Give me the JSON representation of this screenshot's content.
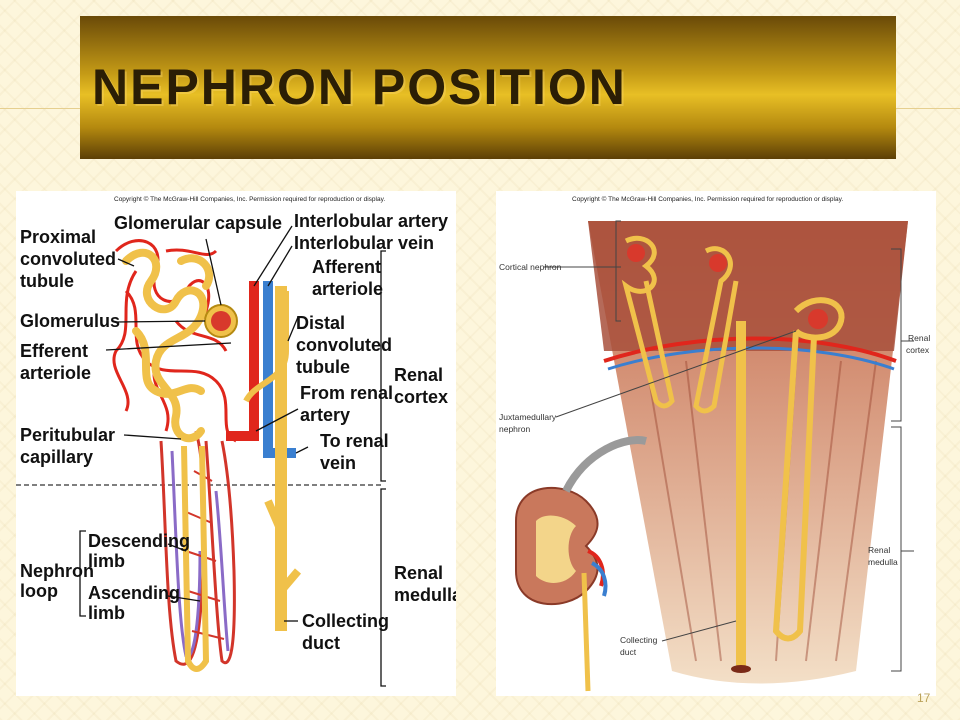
{
  "slide": {
    "title": "NEPHRON POSITION",
    "page_number": "17"
  },
  "left_figure": {
    "copyright": "Copyright © The McGraw-Hill Companies, Inc. Permission required for reproduction or display.",
    "labels": {
      "proximal_1": "Proximal",
      "proximal_2": "convoluted",
      "proximal_3": "tubule",
      "glomerular_capsule": "Glomerular capsule",
      "interlobular_artery": "Interlobular artery",
      "interlobular_vein": "Interlobular vein",
      "afferent_1": "Afferent",
      "afferent_2": "arteriole",
      "glomerulus": "Glomerulus",
      "distal_1": "Distal",
      "distal_2": "convoluted",
      "distal_3": "tubule",
      "efferent_1": "Efferent",
      "efferent_2": "arteriole",
      "renal_cortex_1": "Renal",
      "renal_cortex_2": "cortex",
      "from_renal_1": "From renal",
      "from_renal_2": "artery",
      "peritubular_1": "Peritubular",
      "peritubular_2": "capillary",
      "to_renal_1": "To renal",
      "to_renal_2": "vein",
      "descending_1": "Descending",
      "descending_2": "limb",
      "nephron_loop_1": "Nephron",
      "nephron_loop_2": "loop",
      "ascending_1": "Ascending",
      "ascending_2": "limb",
      "renal_medulla_1": "Renal",
      "renal_medulla_2": "medulla",
      "collecting_1": "Collecting",
      "collecting_2": "duct"
    }
  },
  "right_figure": {
    "copyright": "Copyright © The McGraw-Hill Companies, Inc. Permission required for reproduction or display.",
    "labels": {
      "cortical_nephron": "Cortical nephron",
      "juxtamedullary_1": "Juxtamedullary",
      "juxtamedullary_2": "nephron",
      "renal_cortex_1": "Renal",
      "renal_cortex_2": "cortex",
      "renal_medulla_1": "Renal",
      "renal_medulla_2": "medulla",
      "collecting_1": "Collecting",
      "collecting_2": "duct"
    }
  },
  "colors": {
    "title_bar": "#c49a16",
    "tubule": "#f0c14a",
    "artery": "#e0261c",
    "vein": "#3a7fd0",
    "tissue": "#b05a40"
  }
}
